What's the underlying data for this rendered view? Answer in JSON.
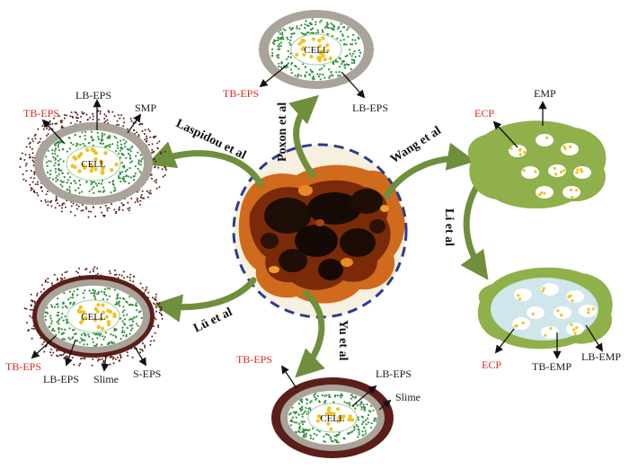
{
  "center": {
    "image": "sludge-floc-micrograph"
  },
  "models": {
    "poxon": {
      "author": "Poxon et al",
      "cell": "CELL",
      "labels": {
        "tb": "TB-EPS",
        "lb": "LB-EPS"
      }
    },
    "laspidou": {
      "author": "Laspidou et al",
      "cell": "CELL",
      "labels": {
        "tb": "TB-EPS",
        "lb": "LB-EPS",
        "smp": "SMP"
      }
    },
    "wang": {
      "author": "Wang et al",
      "labels": {
        "ecp": "ECP",
        "emp": "EMP"
      }
    },
    "li": {
      "author": "Li et al",
      "labels": {
        "ecp": "ECP",
        "tb": "TB-EMP",
        "lb": "LB-EMP"
      }
    },
    "lu": {
      "author": "Lü et al",
      "cell": "CELL",
      "labels": {
        "tb": "TB-EPS",
        "lb": "LB-EPS",
        "slime": "Slime",
        "s": "S-EPS"
      }
    },
    "yu": {
      "author": "Yu et al",
      "cell": "CELL",
      "labels": {
        "tb": "TB-EPS",
        "lb": "LB-EPS",
        "slime": "Slime"
      }
    }
  },
  "colors": {
    "red_label": "#e0261f",
    "arrow_green": "#6f8f3d",
    "floc_green": "#8fb04a",
    "ring_dashes": "#2b3c8f",
    "capsule_gray": "#a9a39a",
    "capsule_brown": "#5b1e1a",
    "cell_yellow": "#f2c21b",
    "lb_green_dots": "#2f8f3a"
  }
}
